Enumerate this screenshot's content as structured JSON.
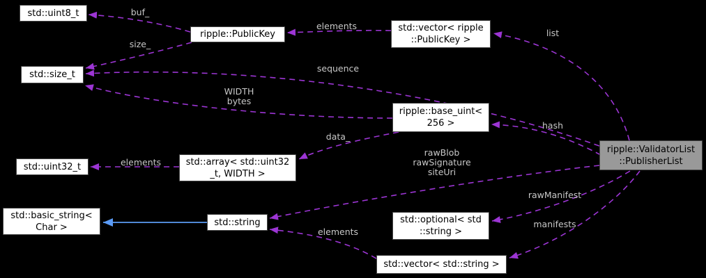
{
  "diagram": {
    "type": "doxygen-collaboration-graph",
    "colors": {
      "background": "#000000",
      "node_fill": "#ffffff",
      "node_border": "#464646",
      "node_text": "#000000",
      "highlight_node_fill": "#999999",
      "usage_edge": "#9c35d4",
      "inheritance_edge": "#5b9bf5",
      "edge_label": "#c8c8c8"
    },
    "nodes": {
      "uint8": {
        "lines": [
          "std::uint8_t"
        ]
      },
      "publickey": {
        "lines": [
          "ripple::PublicKey"
        ]
      },
      "vector_publickey": {
        "lines": [
          "std::vector< ripple",
          "::PublicKey >"
        ]
      },
      "size_t": {
        "lines": [
          "std::size_t"
        ]
      },
      "base_uint": {
        "lines": [
          "ripple::base_uint<",
          "256 >"
        ]
      },
      "uint32": {
        "lines": [
          "std::uint32_t"
        ]
      },
      "array": {
        "lines": [
          "std::array< std::uint32",
          "_t, WIDTH >"
        ]
      },
      "basic_string": {
        "lines": [
          "std::basic_string<",
          "Char >"
        ]
      },
      "string": {
        "lines": [
          "std::string"
        ]
      },
      "optional_string": {
        "lines": [
          "std::optional< std",
          "::string >"
        ]
      },
      "vector_string": {
        "lines": [
          "std::vector< std::string >"
        ]
      },
      "publisher_list": {
        "lines": [
          "ripple::ValidatorList",
          "::PublisherList"
        ]
      }
    },
    "edge_labels": {
      "buf": "buf_",
      "size": "size_",
      "elements_publickey": "elements",
      "list": "list",
      "sequence": "sequence",
      "width_bytes": "WIDTH\nbytes",
      "hash": "hash",
      "data": "data_",
      "elements_uint32": "elements",
      "raw_fields": "rawBlob\nrawSignature\nsiteUri",
      "raw_manifest": "rawManifest",
      "manifests": "manifests",
      "elements_string": "elements"
    }
  }
}
